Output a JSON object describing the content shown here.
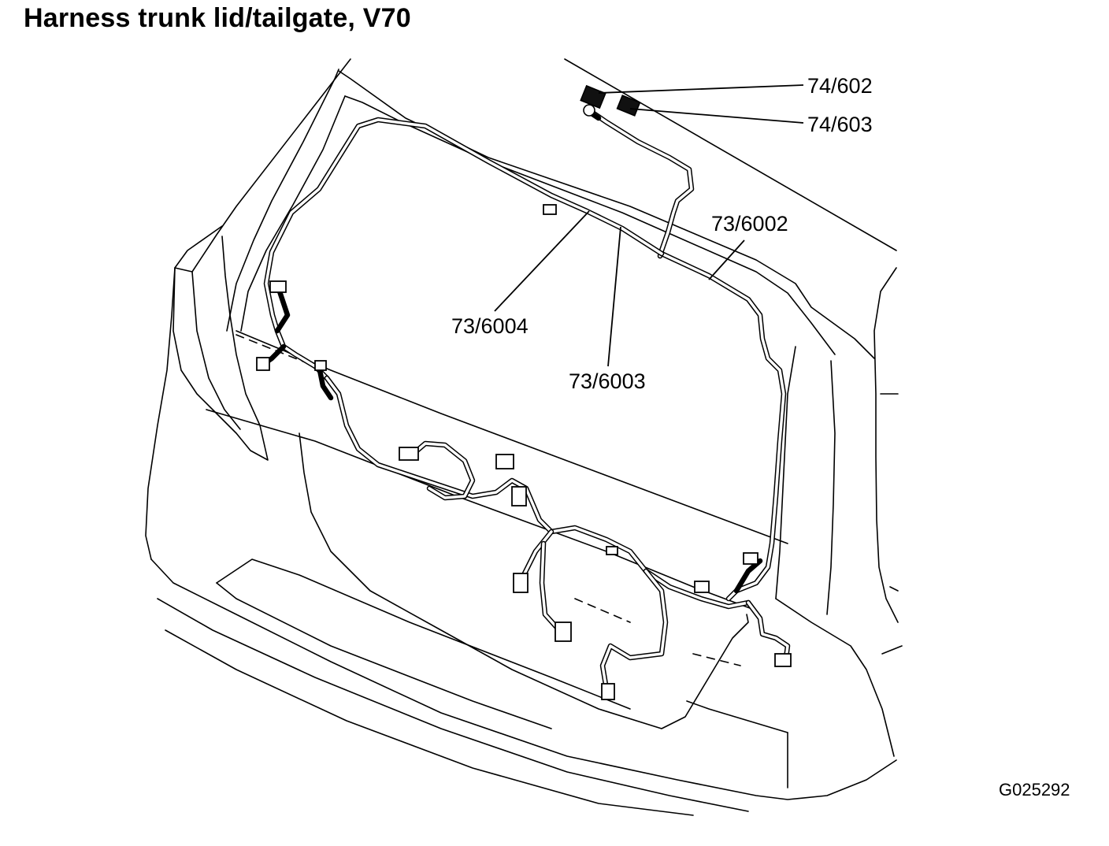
{
  "title": "Harness trunk lid/tailgate, V70",
  "figure_code": "G025292",
  "callouts": [
    {
      "id": "74-602",
      "text": "74/602"
    },
    {
      "id": "74-603",
      "text": "74/603"
    },
    {
      "id": "73-6002",
      "text": "73/6002"
    },
    {
      "id": "73-6004",
      "text": "73/6004"
    },
    {
      "id": "73-6003",
      "text": "73/6003"
    }
  ]
}
